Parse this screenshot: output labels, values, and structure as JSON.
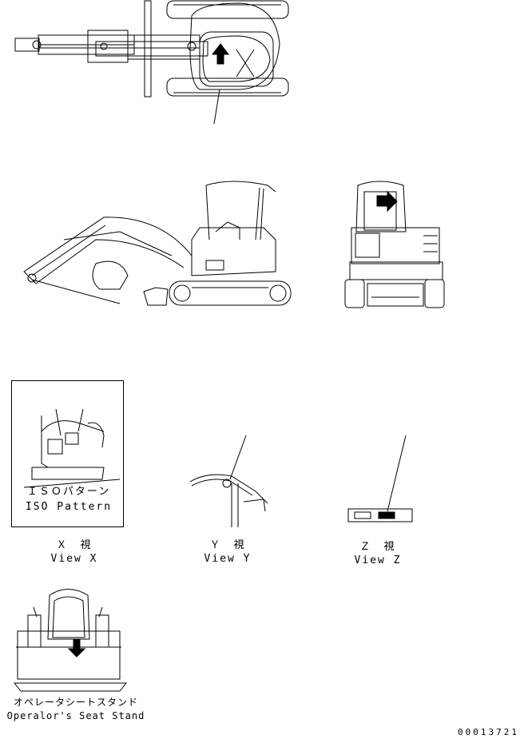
{
  "labels": {
    "x_jp": "Ｘ　視",
    "x_en": "View X",
    "y_jp": "Ｙ　視",
    "y_en": "View Y",
    "z_jp": "Ｚ　視",
    "z_en": "View Z",
    "iso_jp": "ＩＳＯパターン",
    "iso_en": "ISO Pattern",
    "seat_jp": "オペレータシートスタンド",
    "seat_en": "Operalor's Seat Stand"
  },
  "doc_number": "00013721"
}
